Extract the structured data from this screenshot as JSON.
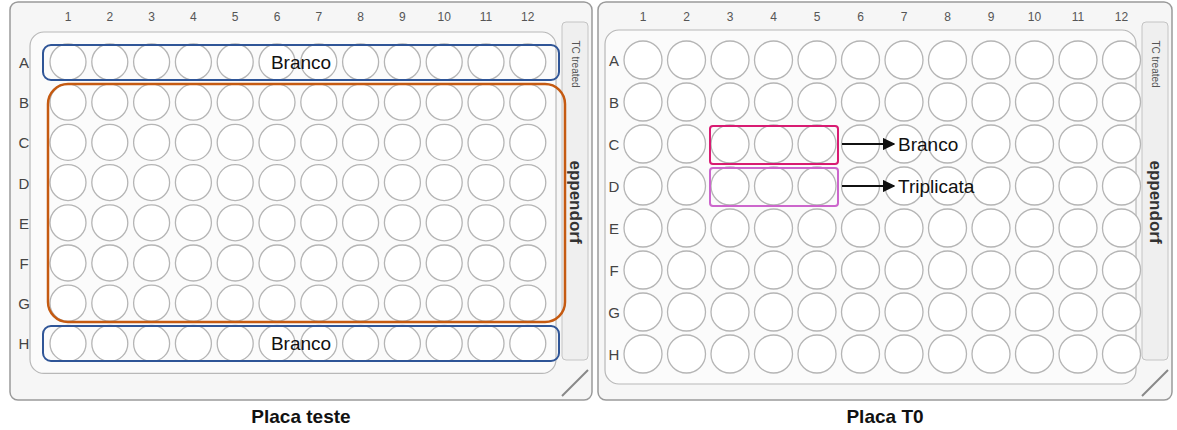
{
  "diagram": {
    "nodes": [
      {
        "text": [
          "Placa teste",
          "TC treated",
          "eppendorf"
        ]
      },
      {
        "text": [
          "Branco"
        ],
        "in": 0
      },
      {
        "text": [
          "Branco"
        ],
        "in": 0
      },
      {
        "text": [
          "Placa T0",
          "TC treated",
          "eppendorf"
        ]
      },
      {
        "text": [
          "Branco"
        ],
        "in": 3
      },
      {
        "text": [
          "Triplicata"
        ],
        "in": 3
      }
    ],
    "labels": [
      "1",
      "2",
      "3",
      "4",
      "5",
      "6",
      "7",
      "8",
      "9",
      "10",
      "11",
      "12",
      "A",
      "B",
      "C",
      "D",
      "E",
      "F",
      "G",
      "H",
      "1",
      "2",
      "3",
      "4",
      "5",
      "6",
      "7",
      "8",
      "9",
      "10",
      "11",
      "12",
      "A",
      "B",
      "C",
      "D",
      "E",
      "F",
      "G",
      "H"
    ]
  }
}
